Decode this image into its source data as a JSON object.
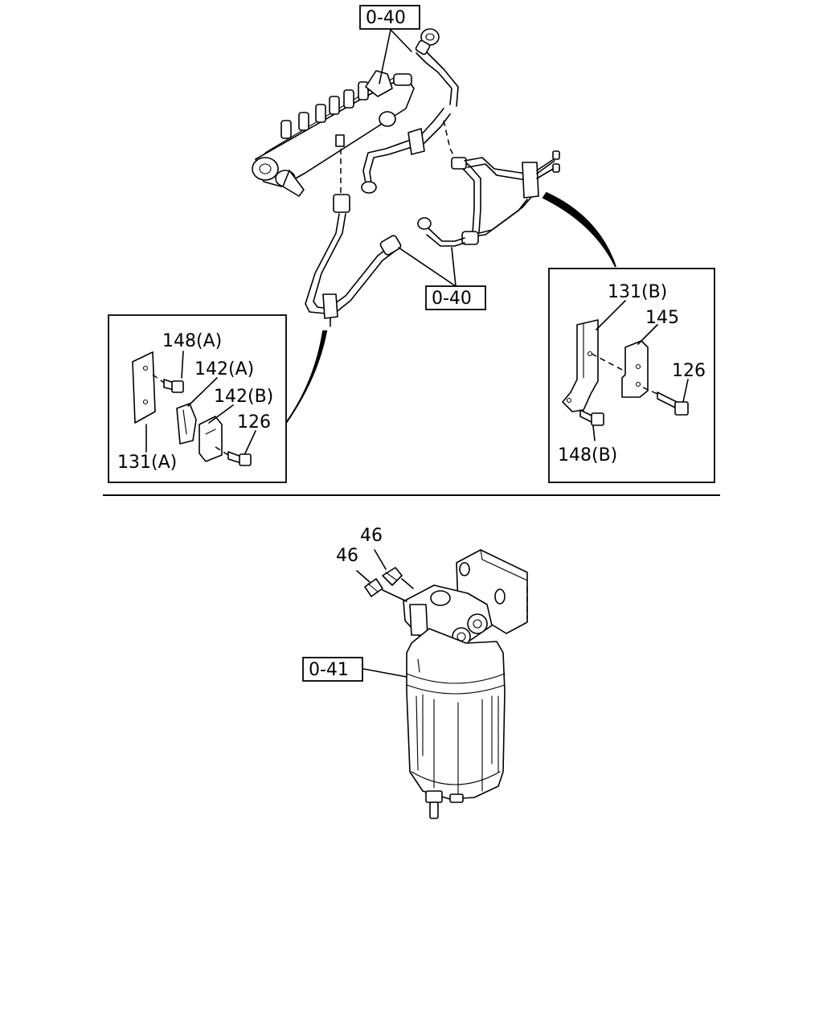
{
  "callouts": {
    "ref_top": "0-40",
    "ref_mid": "0-40",
    "ref_filter": "0-41"
  },
  "inset_left": {
    "label_148a": "148(A)",
    "label_142a": "142(A)",
    "label_142b": "142(B)",
    "label_126": "126",
    "label_131a": "131(A)"
  },
  "inset_right": {
    "label_131b": "131(B)",
    "label_145": "145",
    "label_126": "126",
    "label_148b": "148(B)"
  },
  "filter_section": {
    "label_46_upper": "46",
    "label_46_lower": "46"
  }
}
